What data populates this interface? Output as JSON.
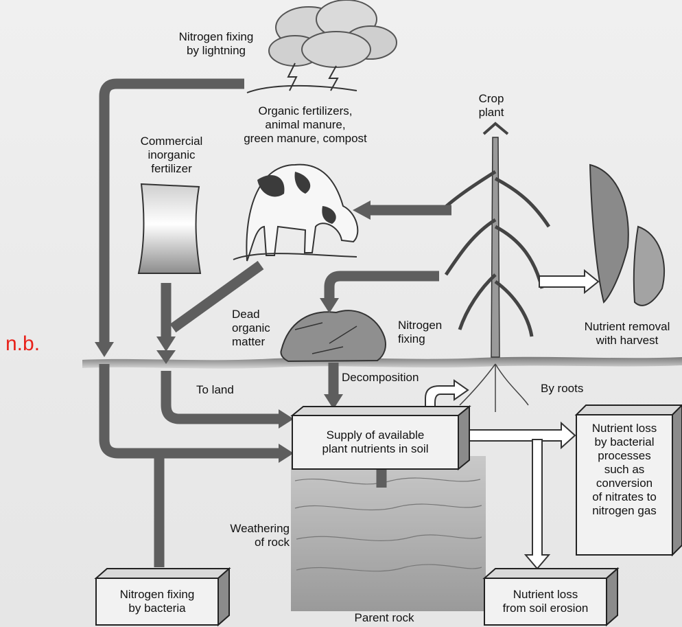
{
  "labels": {
    "lightning": "Nitrogen fixing\nby lightning",
    "organic_fertilizers": "Organic fertilizers,\nanimal manure,\ngreen manure, compost",
    "crop_plant": "Crop\nplant",
    "commercial_fertilizer": "Commercial\ninorganic\nfertilizer",
    "dead_organic_matter": "Dead\norganic\nmatter",
    "nitrogen_fixing": "Nitrogen\nfixing",
    "nutrient_removal": "Nutrient removal\nwith harvest",
    "to_land": "To land",
    "decomposition": "Decomposition",
    "by_roots": "By roots",
    "supply_box": "Supply of available\nplant nutrients in soil",
    "bacterial_loss_box": "Nutrient loss\nby bacterial\nprocesses\nsuch as\nconversion\nof nitrates to\nnitrogen gas",
    "weathering": "Weathering\nof rock",
    "bacteria_box": "Nitrogen fixing\nby bacteria",
    "erosion_box": "Nutrient loss\nfrom soil erosion",
    "parent_rock": "Parent rock",
    "annotation": "n.b."
  },
  "colors": {
    "flow_arrow": "#5e5e5e",
    "box_fill": "#f2f2f2",
    "annotation": "#e8211a"
  }
}
